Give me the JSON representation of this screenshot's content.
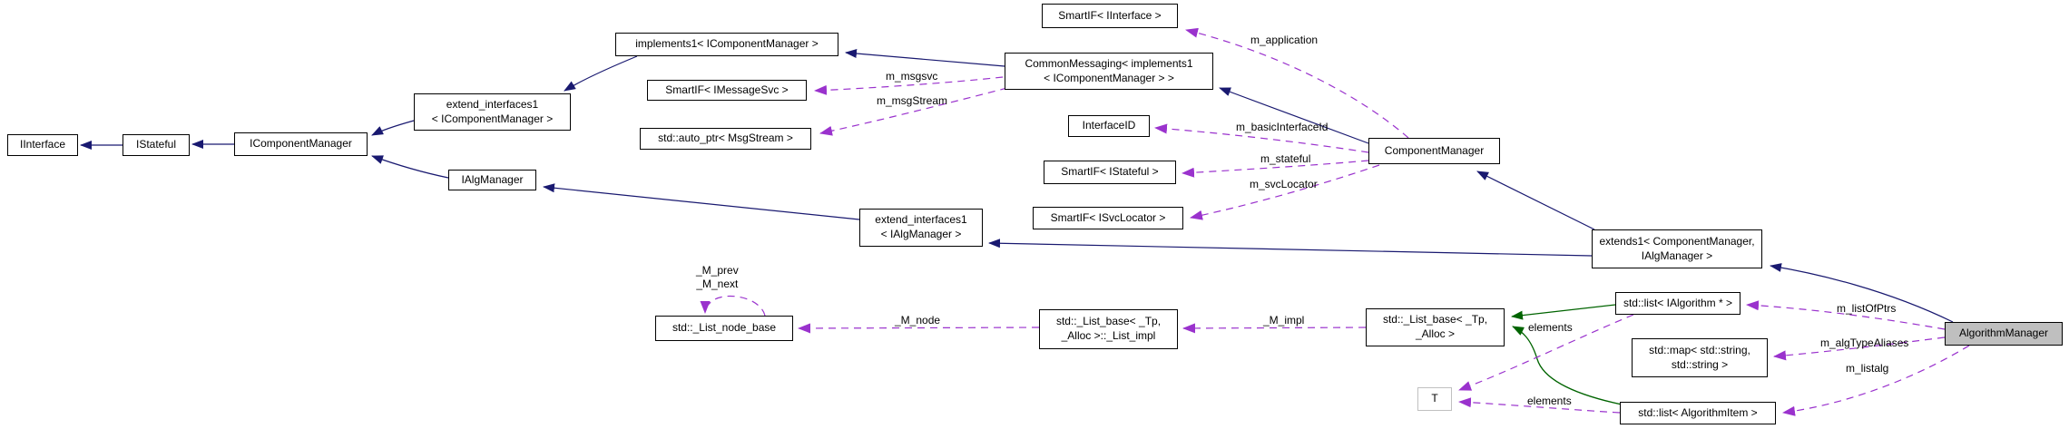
{
  "diagram": {
    "kind": "doxygen-collaboration-graph",
    "focus_class": "AlgorithmManager",
    "colors": {
      "public_inheritance": "#191970",
      "protected_inheritance": "#006400",
      "usage": "#9a32cd",
      "node_border": "#000000",
      "focus_fill": "#bfbfbf",
      "template_param_border": "#c0c0c0",
      "background": "#ffffff"
    },
    "nodes": [
      {
        "id": "iinterface",
        "label": "IInterface"
      },
      {
        "id": "istateful",
        "label": "IStateful"
      },
      {
        "id": "icomponentmanager",
        "label": "IComponentManager"
      },
      {
        "id": "extend_interfaces1_icm",
        "label": "extend_interfaces1\n< IComponentManager >"
      },
      {
        "id": "implements1_icm",
        "label": "implements1< IComponentManager >"
      },
      {
        "id": "smartif_imessagesvc",
        "label": "SmartIF< IMessageSvc >"
      },
      {
        "id": "auto_ptr_msgstream",
        "label": "std::auto_ptr< MsgStream >"
      },
      {
        "id": "commonmessaging",
        "label": "CommonMessaging< implements1\n< IComponentManager > >"
      },
      {
        "id": "smartif_iinterface",
        "label": "SmartIF< IInterface >"
      },
      {
        "id": "interfaceid",
        "label": "InterfaceID"
      },
      {
        "id": "smartif_istateful",
        "label": "SmartIF< IStateful >"
      },
      {
        "id": "smartif_isvclocator",
        "label": "SmartIF< ISvcLocator >"
      },
      {
        "id": "componentmanager",
        "label": "ComponentManager"
      },
      {
        "id": "ialgmanager",
        "label": "IAlgManager"
      },
      {
        "id": "extend_interfaces1_iam",
        "label": "extend_interfaces1\n< IAlgManager >"
      },
      {
        "id": "extends1",
        "label": "extends1< ComponentManager,\nIAlgManager >"
      },
      {
        "id": "list_ialgorithm",
        "label": "std::list< IAlgorithm * >"
      },
      {
        "id": "map_string_string",
        "label": "std::map< std::string,\nstd::string >"
      },
      {
        "id": "list_algorithmitem",
        "label": "std::list< AlgorithmItem >"
      },
      {
        "id": "list_base",
        "label": "std::_List_base< _Tp,\n_Alloc >"
      },
      {
        "id": "list_impl",
        "label": "std::_List_base< _Tp,\n_Alloc >::_List_impl"
      },
      {
        "id": "list_node_base",
        "label": "std::_List_node_base"
      },
      {
        "id": "t_param",
        "label": "T"
      },
      {
        "id": "algorithmmanager",
        "label": "AlgorithmManager"
      }
    ],
    "edges": [
      {
        "from": "IStateful",
        "to": "IInterface",
        "kind": "public-inheritance",
        "label": ""
      },
      {
        "from": "IComponentManager",
        "to": "IStateful",
        "kind": "public-inheritance",
        "label": ""
      },
      {
        "from": "extend_interfaces1< IComponentManager >",
        "to": "IComponentManager",
        "kind": "public-inheritance",
        "label": ""
      },
      {
        "from": "IAlgManager",
        "to": "IComponentManager",
        "kind": "public-inheritance",
        "label": ""
      },
      {
        "from": "implements1< IComponentManager >",
        "to": "extend_interfaces1< IComponentManager >",
        "kind": "public-inheritance",
        "label": ""
      },
      {
        "from": "CommonMessaging< implements1< IComponentManager > >",
        "to": "implements1< IComponentManager >",
        "kind": "public-inheritance",
        "label": ""
      },
      {
        "from": "ComponentManager",
        "to": "CommonMessaging< implements1< IComponentManager > >",
        "kind": "public-inheritance",
        "label": ""
      },
      {
        "from": "ComponentManager",
        "to": "SmartIF< IInterface >",
        "kind": "usage",
        "label": "m_application"
      },
      {
        "from": "CommonMessaging< implements1< IComponentManager > >",
        "to": "SmartIF< IMessageSvc >",
        "kind": "usage",
        "label": "m_msgsvc"
      },
      {
        "from": "CommonMessaging< implements1< IComponentManager > >",
        "to": "std::auto_ptr< MsgStream >",
        "kind": "usage",
        "label": "m_msgStream"
      },
      {
        "from": "ComponentManager",
        "to": "InterfaceID",
        "kind": "usage",
        "label": "m_basicInterfaceId"
      },
      {
        "from": "ComponentManager",
        "to": "SmartIF< IStateful >",
        "kind": "usage",
        "label": "m_stateful"
      },
      {
        "from": "ComponentManager",
        "to": "SmartIF< ISvcLocator >",
        "kind": "usage",
        "label": "m_svcLocator"
      },
      {
        "from": "extends1< ComponentManager, IAlgManager >",
        "to": "ComponentManager",
        "kind": "public-inheritance",
        "label": ""
      },
      {
        "from": "extend_interfaces1< IAlgManager >",
        "to": "IAlgManager",
        "kind": "public-inheritance",
        "label": ""
      },
      {
        "from": "extends1< ComponentManager, IAlgManager >",
        "to": "extend_interfaces1< IAlgManager >",
        "kind": "public-inheritance",
        "label": ""
      },
      {
        "from": "AlgorithmManager",
        "to": "extends1< ComponentManager, IAlgManager >",
        "kind": "public-inheritance",
        "label": ""
      },
      {
        "from": "AlgorithmManager",
        "to": "std::list< IAlgorithm * >",
        "kind": "usage",
        "label": "m_listOfPtrs"
      },
      {
        "from": "AlgorithmManager",
        "to": "std::map< std::string, std::string >",
        "kind": "usage",
        "label": "m_algTypeAliases"
      },
      {
        "from": "AlgorithmManager",
        "to": "std::list< AlgorithmItem >",
        "kind": "usage",
        "label": "m_listalg"
      },
      {
        "from": "std::list< IAlgorithm * >",
        "to": "std::_List_base< _Tp, _Alloc >",
        "kind": "protected-inheritance",
        "label": ""
      },
      {
        "from": "std::list< AlgorithmItem >",
        "to": "std::_List_base< _Tp, _Alloc >",
        "kind": "protected-inheritance",
        "label": ""
      },
      {
        "from": "std::list< IAlgorithm * >",
        "to": "T",
        "kind": "usage",
        "label": "elements"
      },
      {
        "from": "std::list< AlgorithmItem >",
        "to": "T",
        "kind": "usage",
        "label": "elements"
      },
      {
        "from": "std::_List_base< _Tp, _Alloc >",
        "to": "std::_List_base< _Tp, _Alloc >::_List_impl",
        "kind": "usage",
        "label": "_M_impl"
      },
      {
        "from": "std::_List_base< _Tp, _Alloc >::_List_impl",
        "to": "std::_List_node_base",
        "kind": "usage",
        "label": "_M_node"
      },
      {
        "from": "std::_List_node_base",
        "to": "std::_List_node_base",
        "kind": "usage",
        "label": "_M_prev\n_M_next"
      }
    ]
  }
}
